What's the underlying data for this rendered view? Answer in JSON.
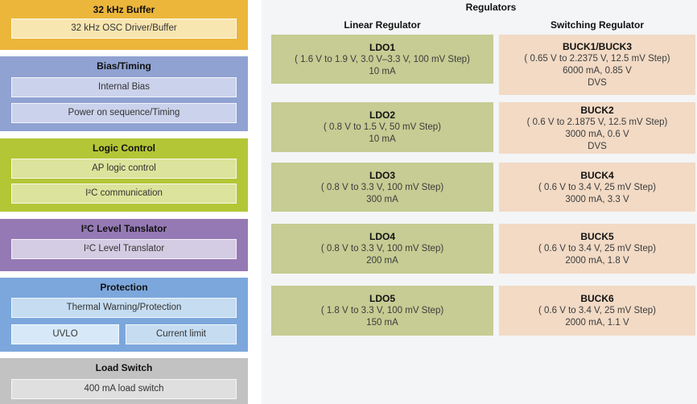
{
  "colors": {
    "page_bg": "#FFFFFF",
    "panel_bg": "#F4F5F6",
    "buffer_bg": "#ECB63B",
    "buffer_item_bg": "#F8E6B1",
    "bias_bg": "#90A2D2",
    "bias_item_bg": "#CBD2EB",
    "logic_bg": "#B3C636",
    "logic_item_bg": "#DCE39C",
    "i2c_bg": "#9579B4",
    "i2c_item_bg": "#D4CCE3",
    "protection_bg": "#7CA7DC",
    "protection_item_bg": "#C5DCF1",
    "uvlo_item_bg": "#D7E9F9",
    "loadswitch_bg": "#C2C2C2",
    "loadswitch_item_bg": "#DFDFDF",
    "ldo_block_bg": "#C6CC93",
    "buck_block_bg": "#F2DAC5"
  },
  "left_blocks": [
    {
      "name": "32khz-buffer",
      "title": "32 kHz Buffer",
      "bg": "#ECB63B",
      "item_bg": "#F8E6B1",
      "items": [
        {
          "label": "32 kHz OSC Driver/Buffer"
        }
      ]
    },
    {
      "name": "bias-timing",
      "title": "Bias/Timing",
      "bg": "#90A2D2",
      "item_bg": "#CBD2EB",
      "items": [
        {
          "label": "Internal Bias"
        },
        {
          "label": "Power on sequence/Timing"
        }
      ]
    },
    {
      "name": "logic-control",
      "title": "Logic Control",
      "bg": "#B3C636",
      "item_bg": "#DCE39C",
      "items": [
        {
          "label": "AP logic control"
        },
        {
          "label": "I²C communication"
        }
      ]
    },
    {
      "name": "i2c-level-translator",
      "title": "I²C Level Tanslator",
      "bg": "#9579B4",
      "item_bg": "#D4CCE3",
      "items": [
        {
          "label": "I²C Level Translator"
        }
      ]
    },
    {
      "name": "protection",
      "title": "Protection",
      "bg": "#7CA7DC",
      "item_bg": "#C5DCF1",
      "items": [
        {
          "label": "Thermal Warning/Protection"
        },
        {
          "label": "UVLO",
          "bg": "#D7E9F9"
        },
        {
          "label": "Current limit"
        }
      ]
    },
    {
      "name": "load-switch",
      "title": "Load Switch",
      "bg": "#C2C2C2",
      "item_bg": "#DFDFDF",
      "items": [
        {
          "label": "400 mA load switch"
        }
      ]
    }
  ],
  "regulators": {
    "title": "Regulators",
    "columns": [
      {
        "header": "Linear Regulator",
        "block_bg": "#C6CC93",
        "blocks": [
          {
            "title": "LDO1",
            "lines": [
              "( 1.6 V to 1.9 V, 3.0 V–3.3 V, 100 mV Step)",
              "10 mA"
            ]
          },
          {
            "title": "LDO2",
            "lines": [
              "( 0.8 V to 1.5 V, 50 mV Step)",
              "10 mA"
            ]
          },
          {
            "title": "LDO3",
            "lines": [
              "( 0.8 V to 3.3 V, 100 mV Step)",
              "300 mA"
            ]
          },
          {
            "title": "LDO4",
            "lines": [
              "( 0.8 V to 3.3 V, 100 mV Step)",
              "200 mA"
            ]
          },
          {
            "title": "LDO5",
            "lines": [
              "( 1.8 V to 3.3 V, 100 mV Step)",
              "150 mA"
            ]
          }
        ]
      },
      {
        "header": "Switching Regulator",
        "block_bg": "#F2DAC5",
        "blocks": [
          {
            "title": "BUCK1/BUCK3",
            "lines": [
              "( 0.65 V to 2.2375 V, 12.5 mV Step)",
              "6000 mA, 0.85 V",
              "DVS"
            ]
          },
          {
            "title": "BUCK2",
            "lines": [
              "( 0.6 V to 2.1875 V, 12.5 mV Step)",
              "3000 mA, 0.6 V",
              "DVS"
            ]
          },
          {
            "title": "BUCK4",
            "lines": [
              "( 0.6 V to 3.4 V, 25 mV Step)",
              "3000 mA, 3.3 V"
            ]
          },
          {
            "title": "BUCK5",
            "lines": [
              "( 0.6 V to 3.4 V, 25 mV Step)",
              "2000 mA, 1.8 V"
            ]
          },
          {
            "title": "BUCK6",
            "lines": [
              "( 0.6 V to 3.4 V, 25 mV Step)",
              "2000 mA, 1.1 V"
            ]
          }
        ]
      }
    ]
  }
}
